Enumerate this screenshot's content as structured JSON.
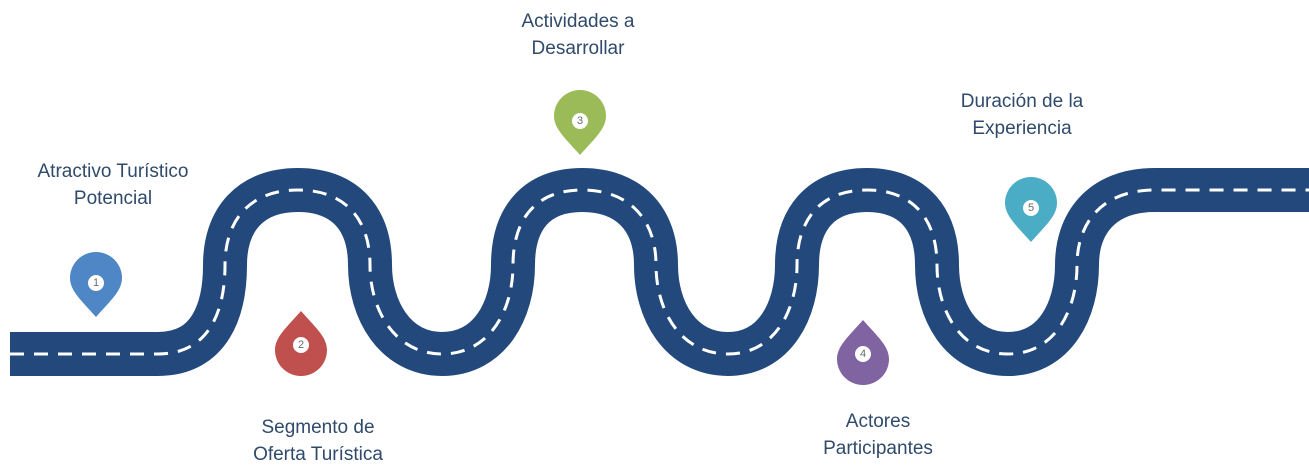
{
  "stages": [
    {
      "number": "1",
      "label_line1": "Atractivo Turístico",
      "label_line2": "Potencial",
      "color": "#4f86c6"
    },
    {
      "number": "2",
      "label_line1": "Segmento de",
      "label_line2": "Oferta Turística",
      "color": "#c0504d"
    },
    {
      "number": "3",
      "label_line1": "Actividades a",
      "label_line2": "Desarrollar",
      "color": "#9bbb59"
    },
    {
      "number": "4",
      "label_line1": "Actores",
      "label_line2": "Participantes",
      "color": "#8064a2"
    },
    {
      "number": "5",
      "label_line1": "Duración de la",
      "label_line2": "Experiencia",
      "color": "#4bacc6"
    }
  ],
  "colors": {
    "road": "#23497c",
    "road_dash": "#ffffff",
    "label_text": "#2f4a6b"
  }
}
